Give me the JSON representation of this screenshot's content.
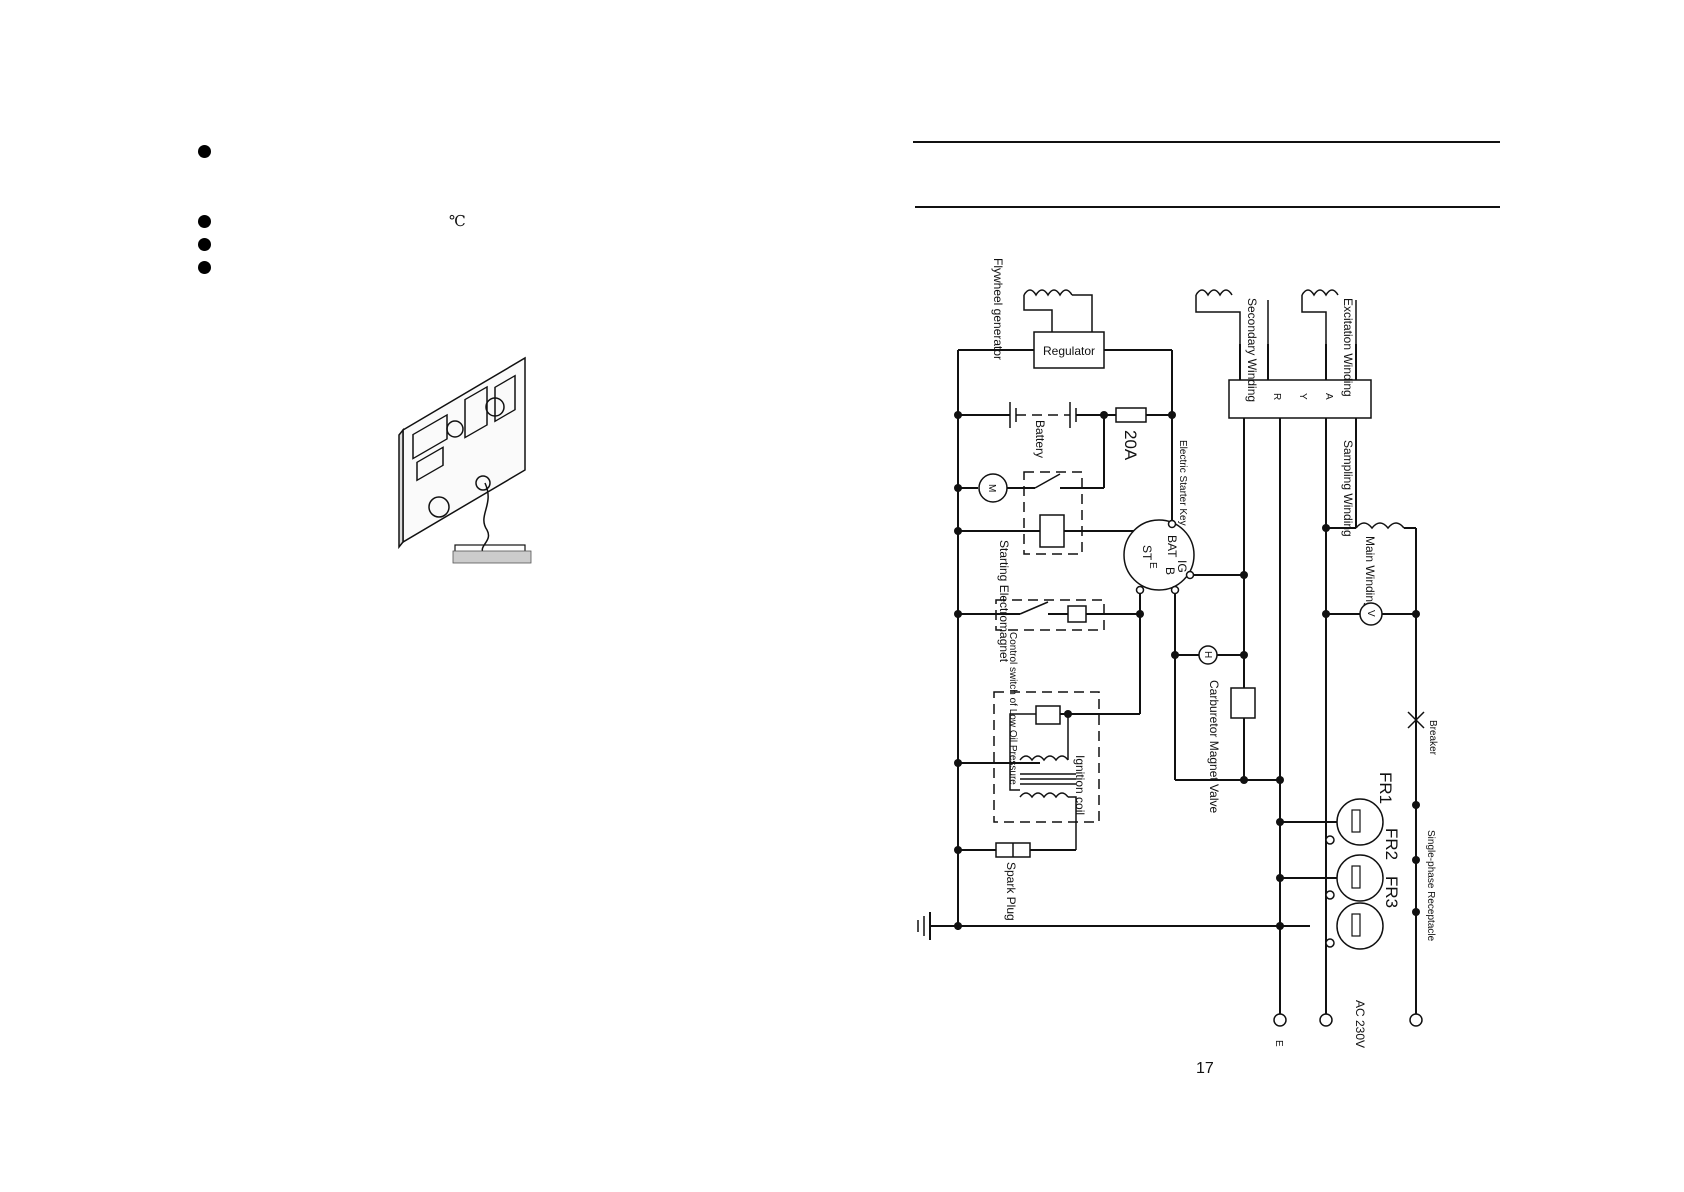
{
  "left_page": {
    "celsius_symbol": "℃"
  },
  "page_number": "17",
  "diagram": {
    "labels": {
      "flywheel_generator": "Flywheel generator",
      "regulator": "Regulator",
      "battery": "Battery",
      "fuse": "20A",
      "electric_starter_key": "Electric Starter Key",
      "starting_electromagnet": "Starting Electromagnet",
      "motor_symbol": "M",
      "key_terminals": [
        "BAT",
        "IG",
        "B",
        "ST",
        "E"
      ],
      "control_switch": "Control switch of Low Oil Pressure",
      "ignition_coil": "Ignition coil",
      "spark_plug": "Spark Plug",
      "carburetor_valve": "Carburetor Magnet Valve",
      "hour_meter_symbol": "H",
      "secondary_winding": "Secondary Winding",
      "excitation_winding": "Excitation Winding",
      "avr_terminals": [
        "R",
        "Y",
        "A"
      ],
      "sampling_winding": "Sampling Winding",
      "main_winding": "Main Winding",
      "voltmeter_symbol": "V",
      "breaker": "Breaker",
      "single_phase_receptacle": "Single-phase Receptacle",
      "fr1": "FR1",
      "fr2": "FR2",
      "fr3": "FR3",
      "ac_output": "AC 230V",
      "earth_terminal": "E"
    }
  }
}
